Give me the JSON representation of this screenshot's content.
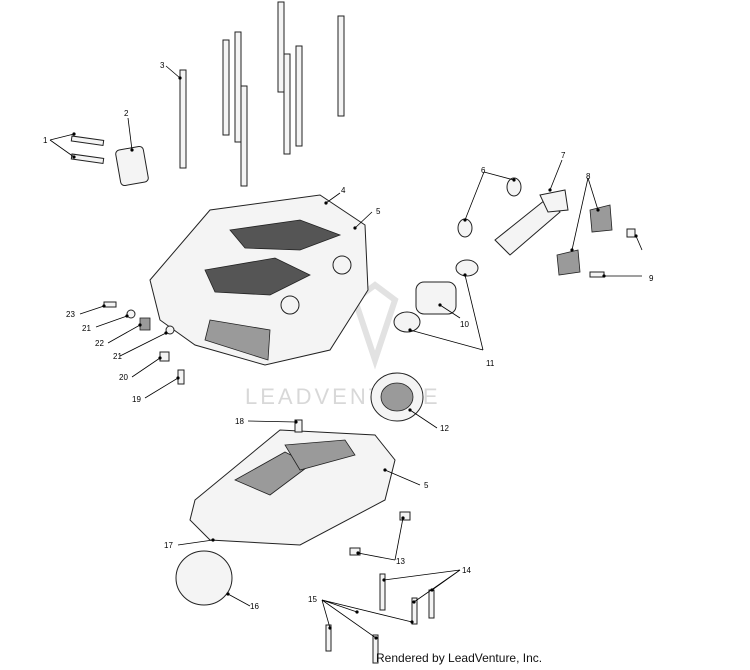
{
  "watermark": "LEADVENTURE",
  "credit": "Rendered by LeadVenture, Inc.",
  "callouts": {
    "c1": "1",
    "c2": "2",
    "c3": "3",
    "c4": "4",
    "c5a": "5",
    "c5b": "5",
    "c6": "6",
    "c7": "7",
    "c8": "8",
    "c9": "9",
    "c10": "10",
    "c11": "11",
    "c12": "12",
    "c13": "13",
    "c14": "14",
    "c15": "15",
    "c16": "16",
    "c17": "17",
    "c18": "18",
    "c19": "19",
    "c20": "20",
    "c21a": "21",
    "c21b": "21",
    "c22": "22",
    "c23": "23"
  }
}
